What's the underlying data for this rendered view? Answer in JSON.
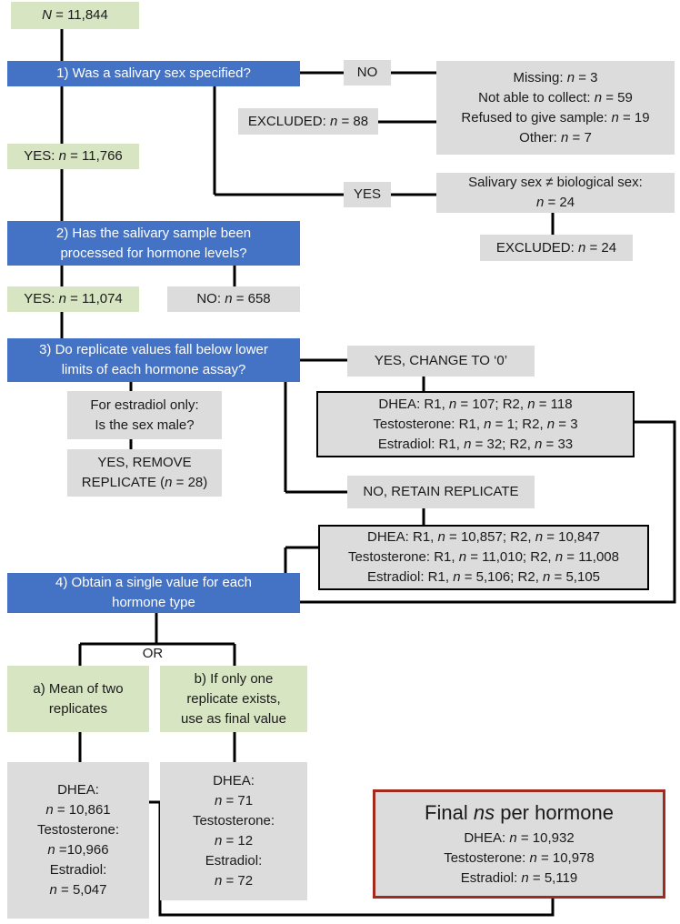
{
  "start": {
    "pre": "",
    "var": "N",
    "post": " = 11,844"
  },
  "q1": "1) Was a salivary sex specified?",
  "q1_no": "NO",
  "q1_missing": {
    "line1": {
      "pre": "Missing: ",
      "var": "n",
      "post": " = 3"
    },
    "line2": {
      "pre": "Not able to collect: ",
      "var": "n",
      "post": " = 59"
    },
    "line3": {
      "pre": "Refused to give sample: ",
      "var": "n",
      "post": " = 19"
    },
    "line4": {
      "pre": "Other: ",
      "var": "n",
      "post": " =  7"
    }
  },
  "q1_excluded": {
    "pre": "EXCLUDED: ",
    "var": "n",
    "post": " = 88"
  },
  "q1_yes_count": {
    "pre": "YES: ",
    "var": "n",
    "post": " = 11,766"
  },
  "q1_yes": "YES",
  "sex_mismatch": {
    "line1": "Salivary sex ≠ biological sex:",
    "line2": {
      "pre": "",
      "var": "n",
      "post": " = 24"
    }
  },
  "sex_excluded": {
    "pre": "EXCLUDED: ",
    "var": "n",
    "post": " = 24"
  },
  "q2": {
    "line1": "2) Has the salivary sample been",
    "line2": "processed for hormone levels?"
  },
  "q2_yes": {
    "pre": "YES: ",
    "var": "n",
    "post": " = 11,074"
  },
  "q2_no": {
    "pre": "NO: ",
    "var": "n",
    "post": " = 658"
  },
  "q3": {
    "line1": "3) Do replicate values fall below lower",
    "line2": "limits of each hormone assay?"
  },
  "q3_yes": "YES, CHANGE TO ‘0’",
  "changed": {
    "line1": {
      "a": "DHEA: R1, ",
      "v1": "n",
      "b": " = 107; R2, ",
      "v2": "n",
      "c": " = 118"
    },
    "line2": {
      "a": "Testosterone: R1, ",
      "v1": "n",
      "b": " = 1; R2, ",
      "v2": "n",
      "c": " = 3"
    },
    "line3": {
      "a": "Estradiol: R1, ",
      "v1": "n",
      "b": " = 32; R2, ",
      "v2": "n",
      "c": " = 33"
    }
  },
  "estradiol_q": {
    "line1": "For estradiol only:",
    "line2": "Is the sex male?"
  },
  "remove": {
    "line1": "YES, REMOVE",
    "line2_pre": "REPLICATE (",
    "line2_var": "n",
    "line2_post": " = 28)"
  },
  "q3_no": "NO, RETAIN REPLICATE",
  "retained": {
    "line1": {
      "a": "DHEA: R1, ",
      "v1": "n",
      "b": " = 10,857; R2, ",
      "v2": "n",
      "c": " = 10,847"
    },
    "line2": {
      "a": "Testosterone: R1, ",
      "v1": "n",
      "b": " = 11,010; R2, ",
      "v2": "n",
      "c": " = 11,008"
    },
    "line3": {
      "a": "Estradiol: R1, ",
      "v1": "n",
      "b": " = 5,106; R2, ",
      "v2": "n",
      "c": " = 5,105"
    }
  },
  "q4": {
    "line1": "4) Obtain a single value for each",
    "line2": "hormone type"
  },
  "or_label": "OR",
  "opt_a": {
    "line1": "a) Mean of two",
    "line2": "replicates"
  },
  "opt_b": {
    "line1": "b) If only one",
    "line2": "replicate exists,",
    "line3": "use as final value"
  },
  "counts_a": {
    "dhea_label": "DHEA:",
    "dhea": {
      "var": "n",
      "post": " = 10,861"
    },
    "testo_label": "Testosterone:",
    "testo": {
      "var": "n",
      "post": " =10,966"
    },
    "estra_label": "Estradiol:",
    "estra": {
      "var": "n",
      "post": " = 5,047"
    }
  },
  "counts_b": {
    "dhea_label": "DHEA:",
    "dhea": {
      "var": "n",
      "post": " = 71"
    },
    "testo_label": "Testosterone:",
    "testo": {
      "var": "n",
      "post": " = 12"
    },
    "estra_label": "Estradiol:",
    "estra": {
      "var": "n",
      "post": " = 72"
    }
  },
  "final": {
    "title_pre": "Final ",
    "title_var": "ns",
    "title_post": " per hormone",
    "dhea": {
      "pre": "DHEA: ",
      "var": "n",
      "post": " = 10,932"
    },
    "testo": {
      "pre": "Testosterone: ",
      "var": "n",
      "post": " = 10,978"
    },
    "estra": {
      "pre": "Estradiol: ",
      "var": "n",
      "post": " = 5,119"
    }
  }
}
